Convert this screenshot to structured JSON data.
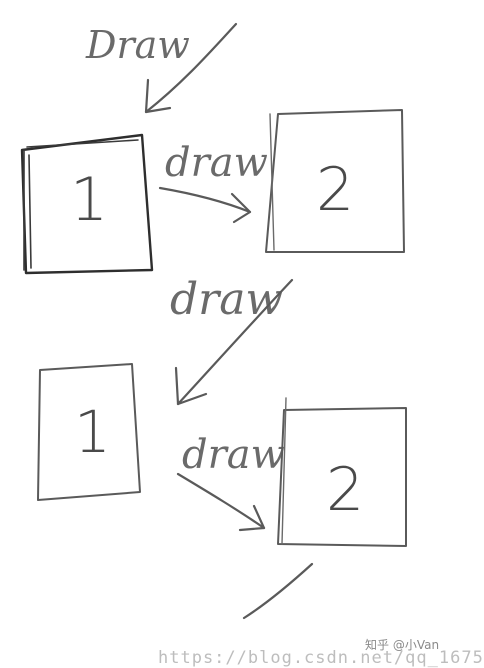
{
  "labels": {
    "draw_top": "Draw",
    "draw_middle": "draw",
    "draw_lower": "draw",
    "draw_bottom": "draw"
  },
  "boxes": {
    "first_top": "1",
    "second_top": "2",
    "first_bottom": "1",
    "second_bottom": "2"
  },
  "watermark": {
    "platform_user": "知乎 @小Van",
    "url": "https://blog.csdn.net/qq_1675"
  },
  "colors": {
    "ink": "#5a5a5a",
    "ink_dark": "#2e2e2e",
    "background": "#ffffff"
  }
}
